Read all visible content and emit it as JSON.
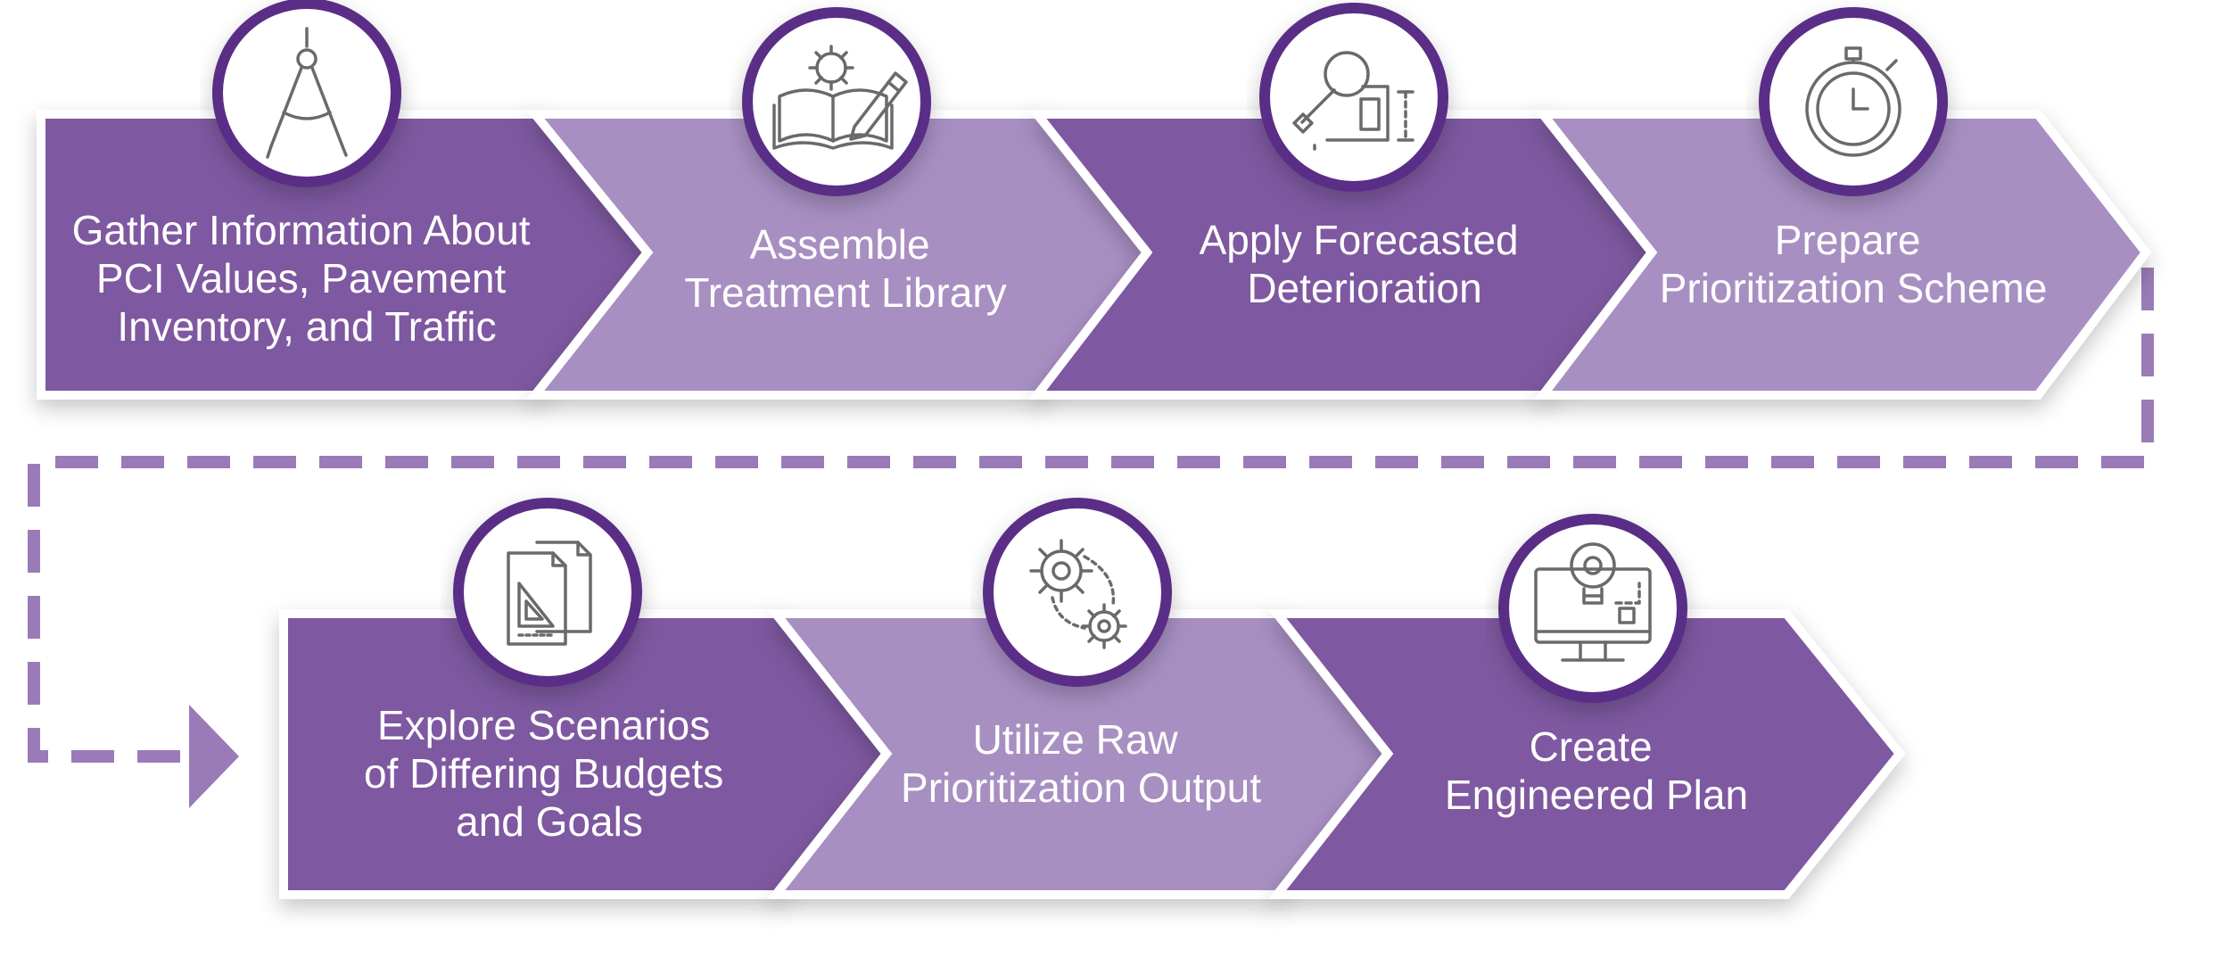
{
  "colors": {
    "dark_purple": "#7e58a0",
    "light_purple": "#a78fc2",
    "ring_purple": "#5a2d86",
    "connector": "#9a7bb8",
    "icon": "#6a6a6a",
    "text": "#ffffff"
  },
  "steps": [
    {
      "icon": "compass-icon",
      "lines": [
        "Gather Information About",
        "PCI Values, Pavement",
        "Inventory, and Traffic"
      ]
    },
    {
      "icon": "book-gear-pencil-icon",
      "lines": [
        "Assemble",
        "Treatment Library"
      ]
    },
    {
      "icon": "magnifier-blueprint-icon",
      "lines": [
        "Apply Forecasted",
        "Deterioration"
      ]
    },
    {
      "icon": "stopwatch-icon",
      "lines": [
        "Prepare",
        "Prioritization Scheme"
      ]
    },
    {
      "icon": "documents-set-square-icon",
      "lines": [
        "Explore Scenarios",
        "of Differing Budgets",
        "and Goals"
      ]
    },
    {
      "icon": "gears-icon",
      "lines": [
        "Utilize Raw",
        "Prioritization Output"
      ]
    },
    {
      "icon": "monitor-lightbulb-icon",
      "lines": [
        "Create",
        "Engineered Plan"
      ]
    }
  ]
}
